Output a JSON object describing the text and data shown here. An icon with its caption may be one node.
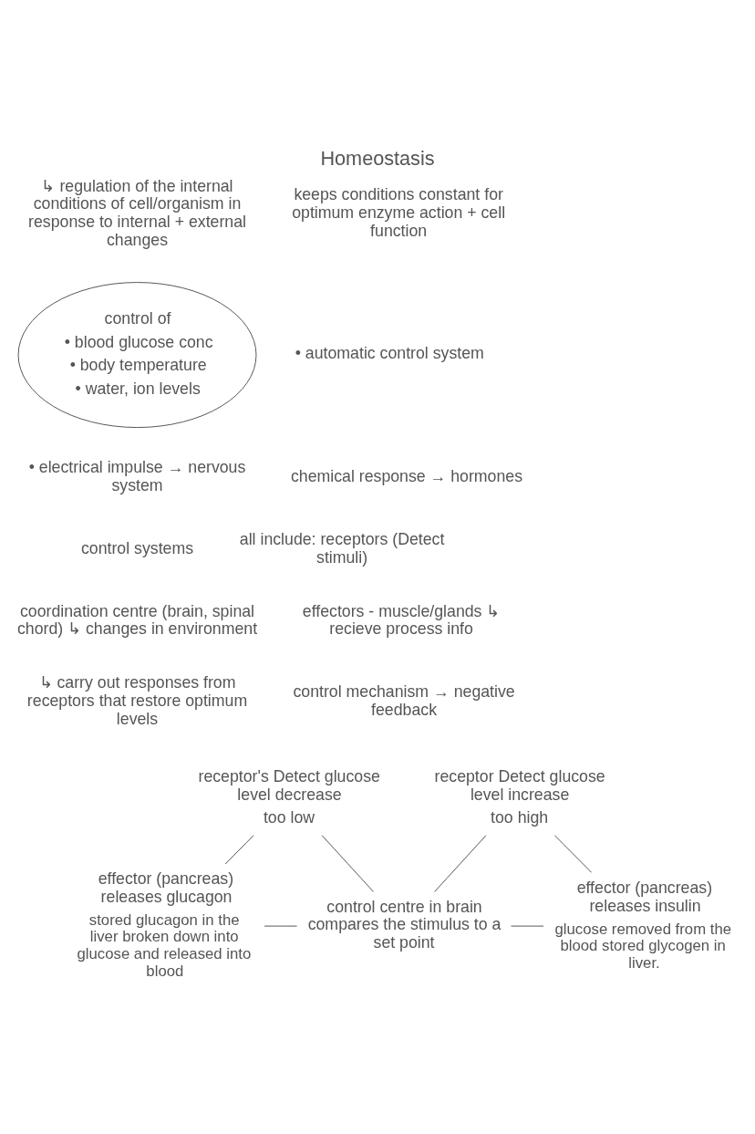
{
  "diagram": {
    "title": "Homeostasis",
    "nodes": [
      {
        "text": [
          "control of",
          "• blood glucose conc",
          "• body temperature",
          "• water, ion levels"
        ]
      },
      {
        "text": [
          "receptor's Detect glucose level decrease",
          "too low"
        ]
      },
      {
        "text": [
          "receptor Detect glucose level increase",
          "too high"
        ]
      },
      {
        "text": [
          "effector (pancreas) releases glucagon"
        ],
        "beside": [
          "stored glucagon in the liver broken down into glucose and released into blood"
        ]
      },
      {
        "text": [
          "control centre in brain compares the stimulus to a set point"
        ]
      },
      {
        "text": [
          "effector (pancreas) releases insulin"
        ],
        "beside": [
          "glucose removed from the blood stored glycogen in liver."
        ]
      }
    ],
    "edges": [
      {
        "from": 1,
        "to": 3,
        "arrow": "none"
      },
      {
        "from": 1,
        "to": 4,
        "arrow": "none"
      },
      {
        "from": 2,
        "to": 4,
        "arrow": "none"
      },
      {
        "from": 2,
        "to": 5,
        "arrow": "none"
      },
      {
        "from": 3,
        "to": 4,
        "arrow": "none"
      },
      {
        "from": 4,
        "to": 5,
        "arrow": "none"
      }
    ],
    "labels": [
      "↳ regulation of the internal conditions of cell/organism in response to internal + external changes",
      "keeps conditions constant for optimum enzyme action + cell function",
      "• automatic control system",
      "• electrical impulse → nervous system",
      "chemical response → hormones",
      "control systems",
      "all include: receptors (Detect stimuli)",
      "coordination centre (brain, spinal chord) ↳ changes in environment",
      "effectors - muscle/glands ↳ recieve process info",
      "↳ carry out responses from receptors that restore optimum levels",
      "control mechanism → negative feedback"
    ]
  }
}
